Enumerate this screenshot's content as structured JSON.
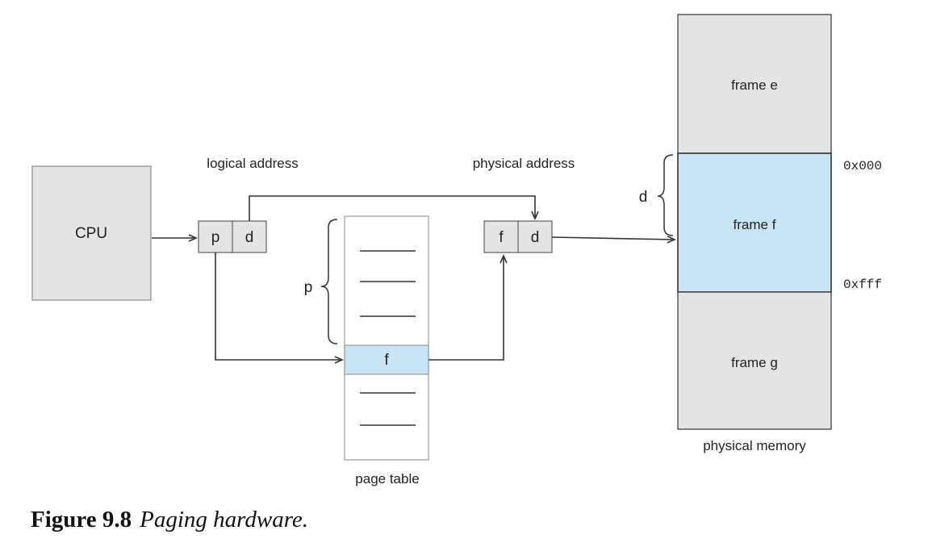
{
  "colors": {
    "box_gray": "#e4e4e4",
    "highlight_blue": "#c9e4f5",
    "stroke": "#333333",
    "table_border": "#9a9a9a"
  },
  "cpu": {
    "label": "CPU"
  },
  "logical_address": {
    "title": "logical address",
    "p": "p",
    "d": "d"
  },
  "physical_address": {
    "title": "physical address",
    "f": "f",
    "d": "d"
  },
  "page_table": {
    "label": "page table",
    "index_label": "p",
    "entry_label": "f"
  },
  "physical_memory": {
    "label": "physical memory",
    "offset_label": "d",
    "frames": [
      "frame e",
      "frame f",
      "frame g"
    ],
    "addresses": [
      "0x000",
      "0xfff"
    ]
  },
  "caption": {
    "number": "Figure 9.8",
    "title": "Paging hardware."
  }
}
